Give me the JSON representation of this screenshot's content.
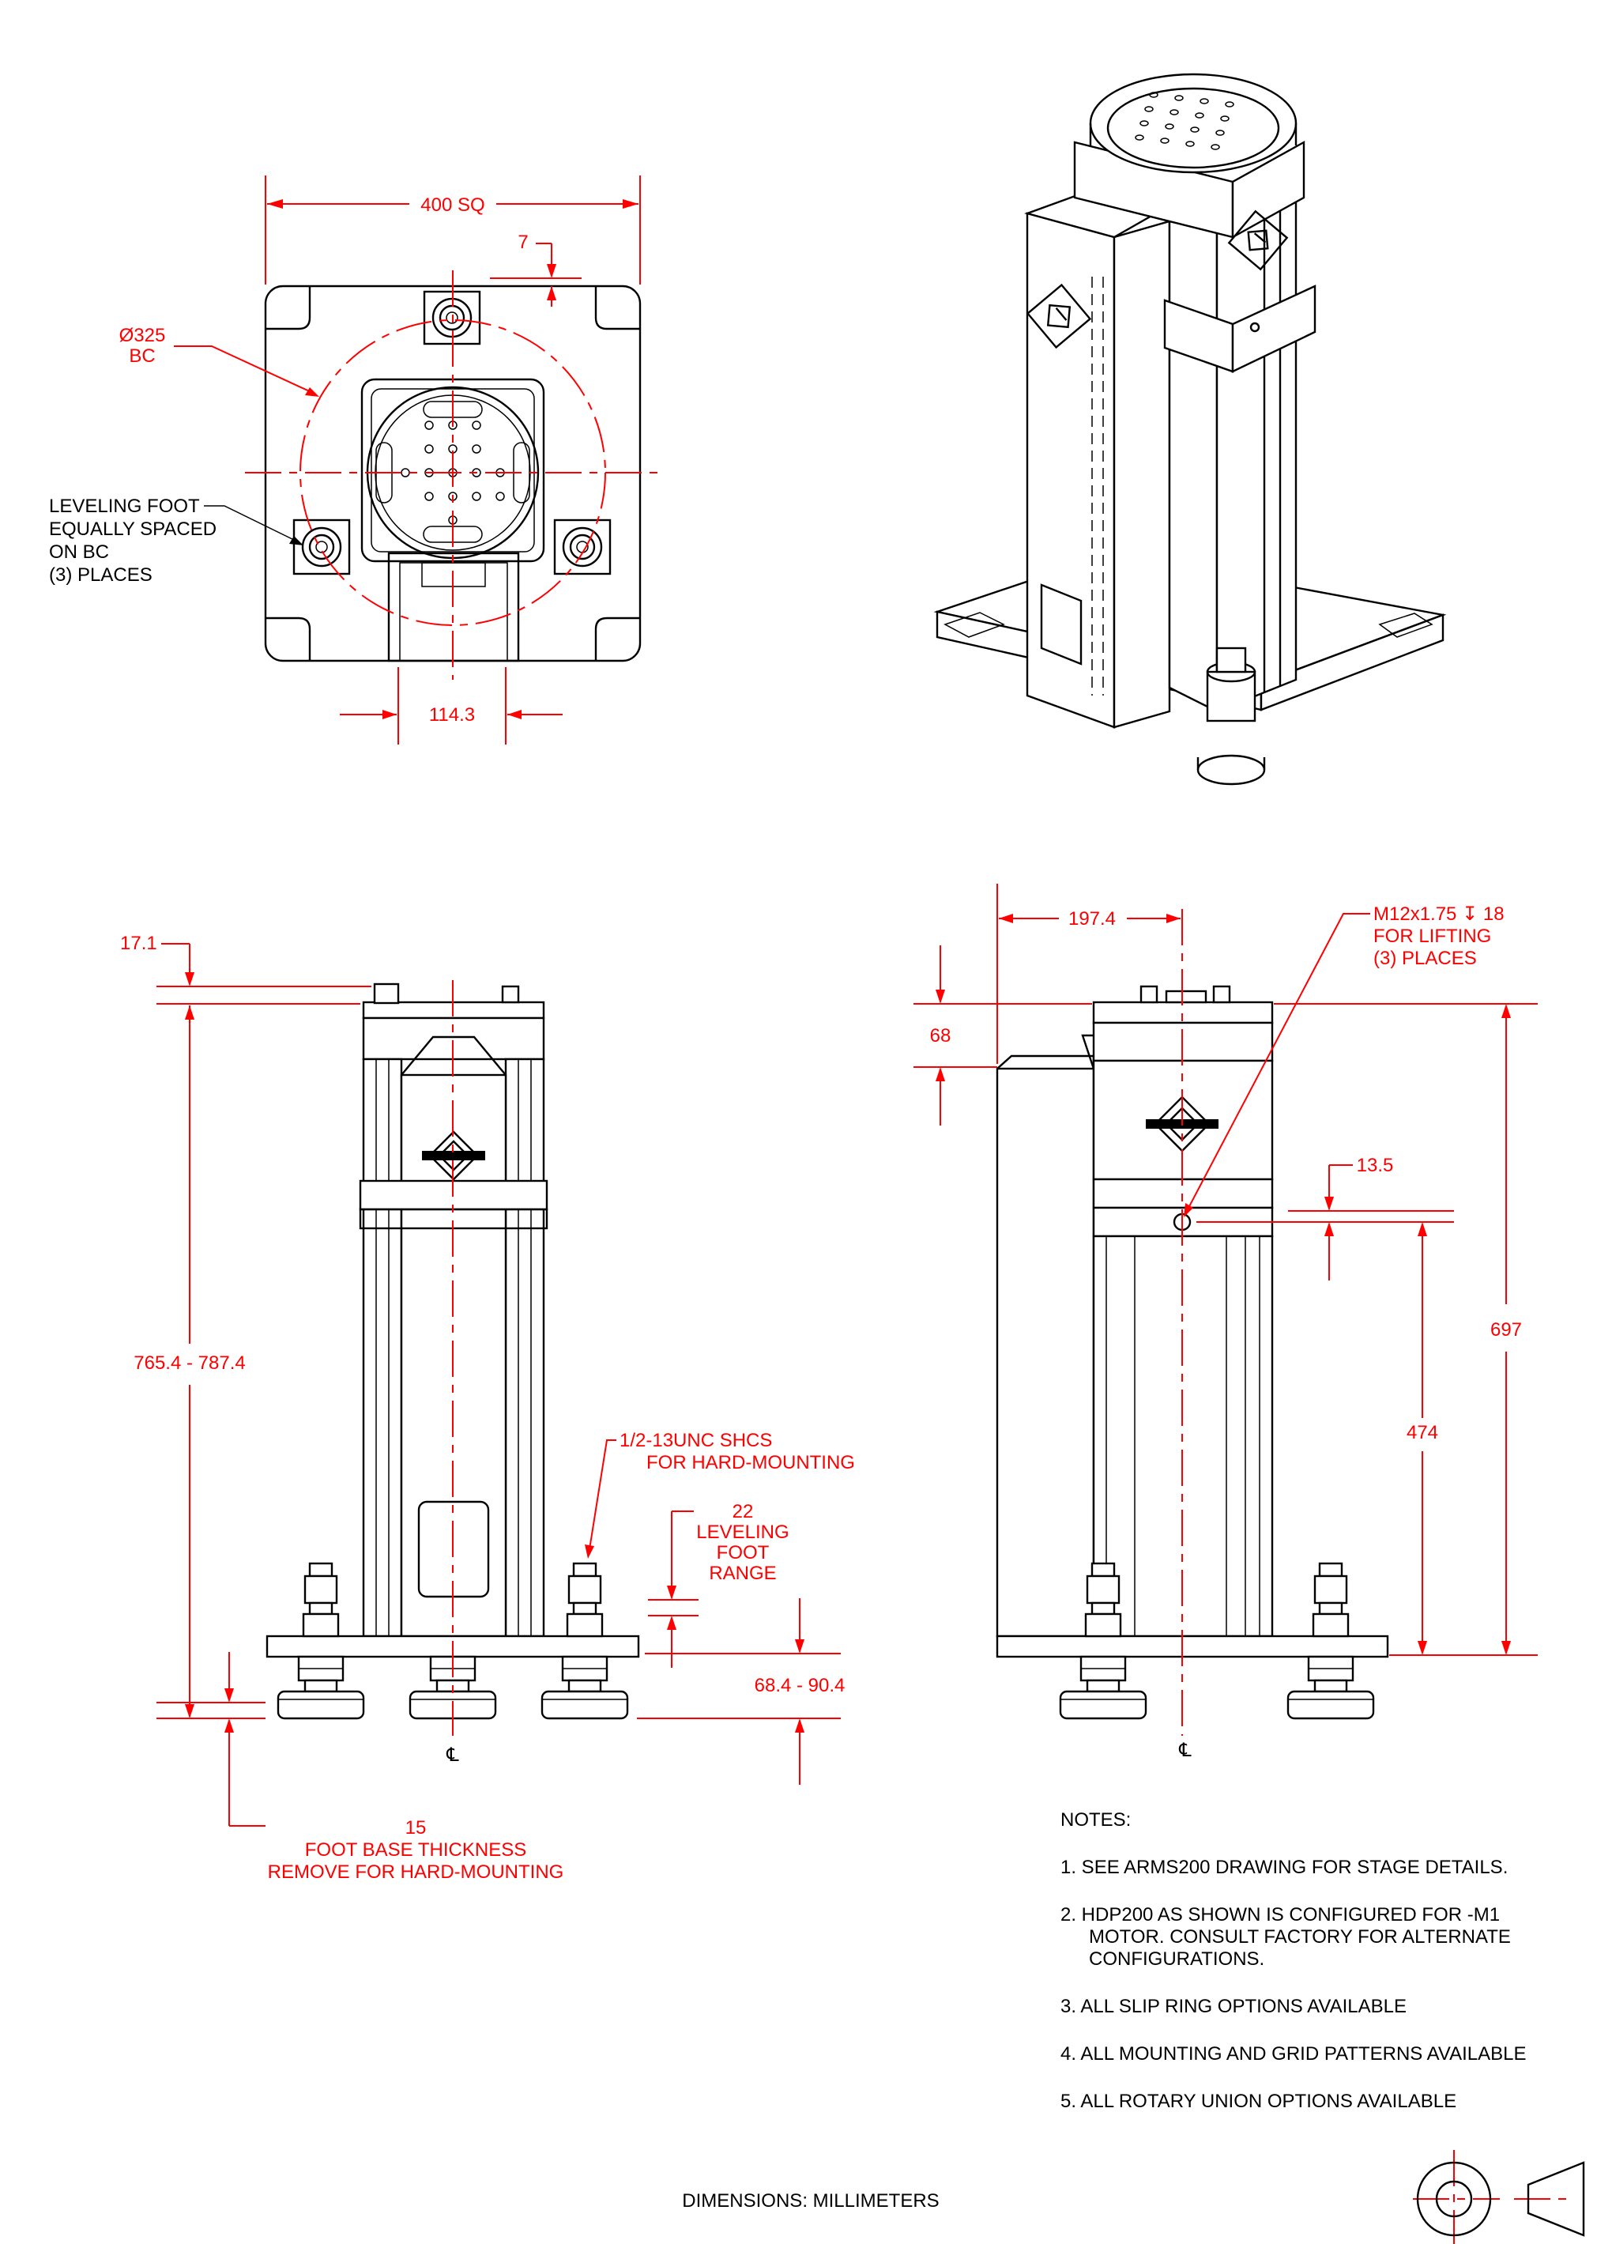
{
  "top_view": {
    "dim_width": "400 SQ",
    "dim_offset": "7",
    "bc_dia": "Ø325",
    "bc_label": "BC",
    "foot_note": [
      "LEVELING FOOT",
      "EQUALLY SPACED",
      "ON BC",
      "(3) PLACES"
    ],
    "dim_bottom": "114.3"
  },
  "front_view": {
    "dim_top": "17.1",
    "dim_height": "765.4 - 787.4",
    "shcs_note": [
      "1/2-13UNC SHCS",
      "FOR HARD-MOUNTING"
    ],
    "foot_range": [
      "22",
      "LEVELING",
      "FOOT",
      "RANGE"
    ],
    "dim_base": "68.4 - 90.4",
    "foot_base": [
      "15",
      "FOOT BASE THICKNESS",
      "REMOVE FOR HARD-MOUNTING"
    ],
    "centerline": "℄"
  },
  "side_view": {
    "dim_width": "197.4",
    "dim_left": "68",
    "tap_note": [
      "M12x1.75 ↧ 18",
      "FOR LIFTING",
      "(3) PLACES"
    ],
    "dim_small": "13.5",
    "dim_total": "697",
    "dim_lower": "474",
    "centerline": "℄"
  },
  "notes": {
    "title": "NOTES:",
    "items": [
      [
        "1.  SEE ARMS200 DRAWING FOR STAGE DETAILS."
      ],
      [
        "2.  HDP200 AS SHOWN IS CONFIGURED FOR -M1",
        "MOTOR.  CONSULT FACTORY FOR ALTERNATE",
        "CONFIGURATIONS."
      ],
      [
        "3.  ALL SLIP RING OPTIONS AVAILABLE"
      ],
      [
        "4.  ALL MOUNTING AND GRID PATTERNS AVAILABLE"
      ],
      [
        "5.  ALL ROTARY UNION OPTIONS AVAILABLE"
      ]
    ]
  },
  "footer": "DIMENSIONS:  MILLIMETERS",
  "icons": [
    "third-angle-projection-icon",
    "aerotech-logo-icon"
  ]
}
